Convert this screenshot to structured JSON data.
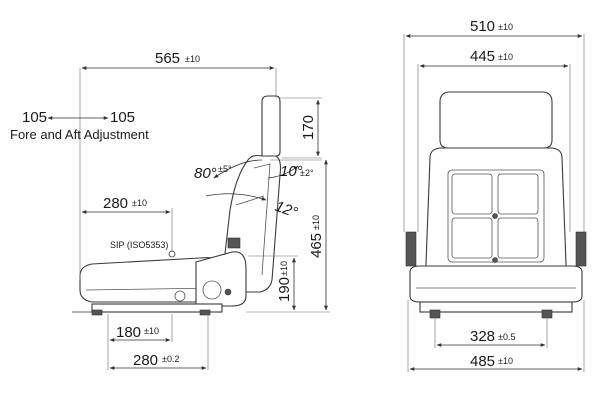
{
  "side_view": {
    "overall_depth": {
      "value": "565",
      "tol": "±10"
    },
    "fore_aft": {
      "rear": "105",
      "front": "105",
      "label": "Fore and Aft Adjustment"
    },
    "headrest_height": "170",
    "back_angle": {
      "value": "80°",
      "tol": "±5°"
    },
    "backrest_tilt": {
      "value": "10°",
      "tol": "±2°"
    },
    "lower_angle": "12°",
    "sip_depth": {
      "value": "280",
      "tol": "±10"
    },
    "sip_label": "SIP (ISO5353)",
    "backrest_height": {
      "value": "465",
      "tol": "±10"
    },
    "seat_height": {
      "value": "190",
      "tol": "±10"
    },
    "base_front": {
      "value": "180",
      "tol": "±10"
    },
    "base_total": {
      "value": "280",
      "tol": "±0.2"
    }
  },
  "front_view": {
    "overall_width": {
      "value": "510",
      "tol": "±10"
    },
    "backrest_width": {
      "value": "445",
      "tol": "±10"
    },
    "mount_width": {
      "value": "328",
      "tol": "±0.5"
    },
    "base_width": {
      "value": "485",
      "tol": "±10"
    }
  }
}
